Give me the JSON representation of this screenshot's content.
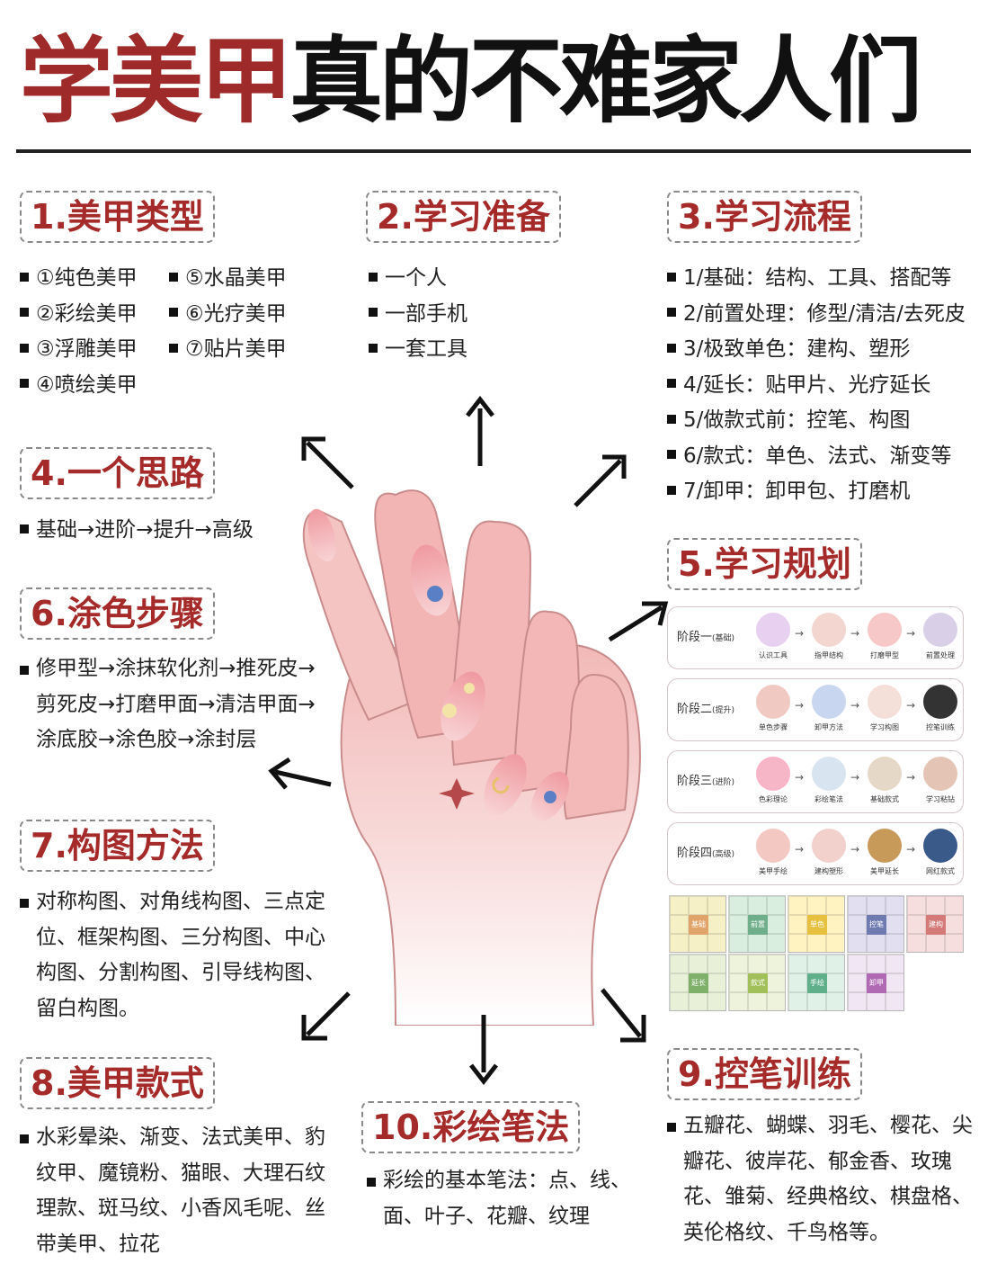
{
  "header": {
    "title_red": "学美甲",
    "title_black": "真的不难家人们"
  },
  "sections": {
    "s1": {
      "title": "1.美甲类型",
      "col1": [
        "①纯色美甲",
        "②彩绘美甲",
        "③浮雕美甲",
        "④喷绘美甲"
      ],
      "col2": [
        "⑤水晶美甲",
        "⑥光疗美甲",
        "⑦贴片美甲"
      ]
    },
    "s2": {
      "title": "2.学习准备",
      "items": [
        "一个人",
        "一部手机",
        "一套工具"
      ]
    },
    "s3": {
      "title": "3.学习流程",
      "items": [
        "1/基础：结构、工具、搭配等",
        "2/前置处理：修型/清洁/去死皮",
        "3/极致单色：建构、塑形",
        "4/延长：贴甲片、光疗延长",
        "5/做款式前：控笔、构图",
        "6/款式：单色、法式、渐变等",
        "7/卸甲：卸甲包、打磨机"
      ]
    },
    "s4": {
      "title": "4.一个思路",
      "items": [
        "基础→进阶→提升→高级"
      ]
    },
    "s5": {
      "title": "5.学习规划",
      "stages": [
        {
          "label": "阶段一",
          "sub": "(基础)",
          "items": [
            "认识工具",
            "指甲结构",
            "打磨甲型",
            "前置处理"
          ]
        },
        {
          "label": "阶段二",
          "sub": "(提升)",
          "items": [
            "单色步骤",
            "卸甲方法",
            "学习构图",
            "控笔训练"
          ]
        },
        {
          "label": "阶段三",
          "sub": "(进阶)",
          "items": [
            "色彩理论",
            "彩绘笔法",
            "基础款式",
            "学习粘钻"
          ]
        },
        {
          "label": "阶段四",
          "sub": "(高级)",
          "items": [
            "美甲手绘",
            "建构塑形",
            "美甲延长",
            "网红款式"
          ]
        }
      ],
      "grids_row1": [
        "基础",
        "前置",
        "单色",
        "控笔",
        "建构"
      ],
      "grids_row2": [
        "延长",
        "款式",
        "手绘",
        "卸甲"
      ]
    },
    "s6": {
      "title": "6.涂色步骤",
      "text": "修甲型→涂抹软化剂→推死皮→剪死皮→打磨甲面→清洁甲面→涂底胶→涂色胶→涂封层"
    },
    "s7": {
      "title": "7.构图方法",
      "text": "对称构图、对角线构图、三点定位、框架构图、三分构图、中心构图、分割构图、引导线构图、留白构图。"
    },
    "s8": {
      "title": "8.美甲款式",
      "text": "水彩晕染、渐变、法式美甲、豹纹甲、魔镜粉、猫眼、大理石纹理款、斑马纹、小香风毛呢、丝带美甲、拉花"
    },
    "s9": {
      "title": "9.控笔训练",
      "text": "五瓣花、蝴蝶、羽毛、樱花、尖瓣花、彼岸花、郁金香、玫瑰花、雏菊、经典格纹、棋盘格、英伦格纹、千鸟格等。"
    },
    "s10": {
      "title": "10.彩绘笔法",
      "text": "彩绘的基本笔法：点、线、面、叶子、花瓣、纹理"
    }
  },
  "colors": {
    "accent_red": "#a52a2a",
    "title_red": "#9e2a2a",
    "nail_pink": "#e98a8f",
    "skin": "#f6d2cf"
  }
}
